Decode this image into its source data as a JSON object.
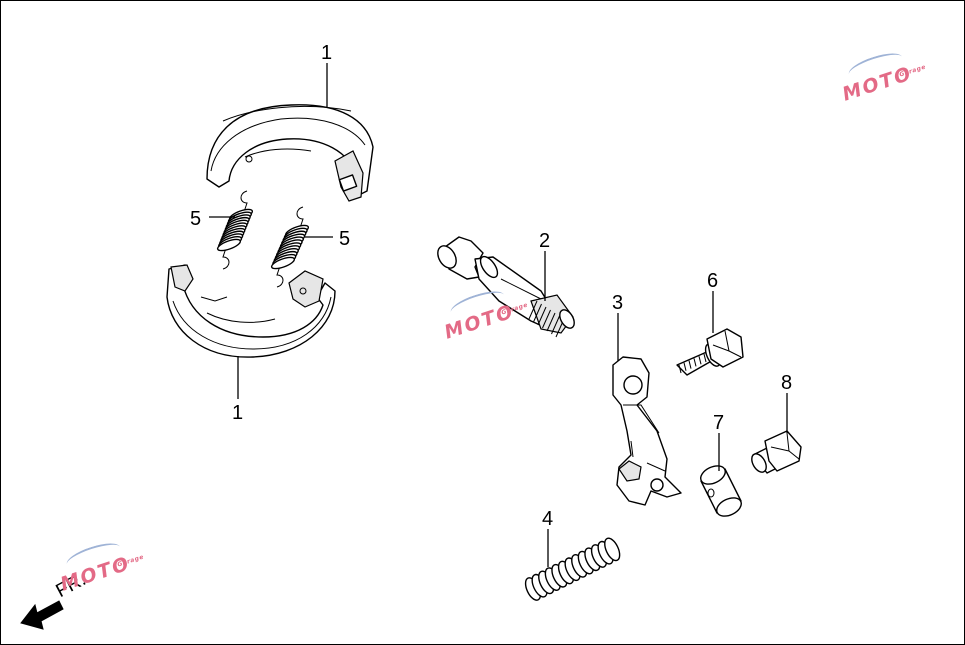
{
  "diagram": {
    "callouts": {
      "c1_top": "1",
      "c1_bottom": "1",
      "c2": "2",
      "c3": "3",
      "c4": "4",
      "c5_left": "5",
      "c5_right": "5",
      "c6": "6",
      "c7": "7",
      "c8": "8"
    },
    "direction_label": "FR.",
    "watermark": {
      "text": "MOTO",
      "subtext": "Garage"
    },
    "colors": {
      "line": "#000000",
      "background": "#ffffff",
      "watermark": "#e36a86",
      "watermark_swoosh": "#9fb3d6"
    }
  }
}
